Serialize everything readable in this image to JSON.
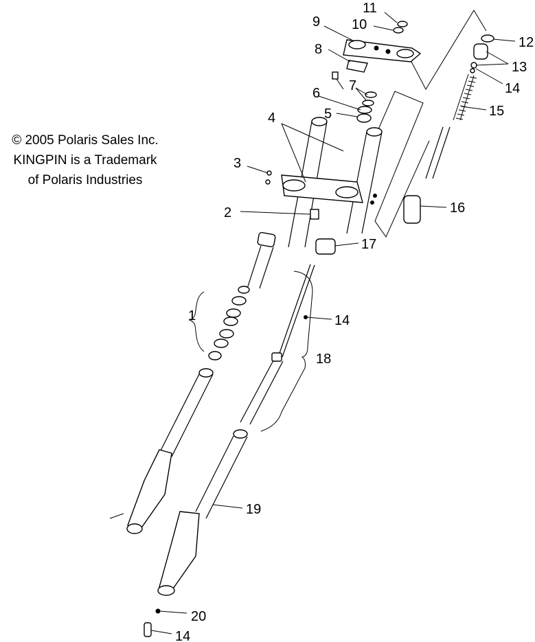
{
  "notice": {
    "line1": "© 2005 Polaris Sales Inc.",
    "line2": "KINGPIN is a Trademark",
    "line3": "of Polaris Industries"
  },
  "callouts": [
    {
      "id": "c1",
      "text": "1"
    },
    {
      "id": "c2",
      "text": "2"
    },
    {
      "id": "c3",
      "text": "3"
    },
    {
      "id": "c4",
      "text": "4"
    },
    {
      "id": "c5",
      "text": "5"
    },
    {
      "id": "c6",
      "text": "6"
    },
    {
      "id": "c7",
      "text": "7"
    },
    {
      "id": "c8",
      "text": "8"
    },
    {
      "id": "c9",
      "text": "9"
    },
    {
      "id": "c10",
      "text": "10"
    },
    {
      "id": "c11",
      "text": "11"
    },
    {
      "id": "c12",
      "text": "12"
    },
    {
      "id": "c13",
      "text": "13"
    },
    {
      "id": "c14a",
      "text": "14"
    },
    {
      "id": "c15",
      "text": "15"
    },
    {
      "id": "c16",
      "text": "16"
    },
    {
      "id": "c17",
      "text": "17"
    },
    {
      "id": "c14b",
      "text": "14"
    },
    {
      "id": "c18",
      "text": "18"
    },
    {
      "id": "c19",
      "text": "19"
    },
    {
      "id": "c20",
      "text": "20"
    },
    {
      "id": "c14c",
      "text": "14"
    }
  ]
}
